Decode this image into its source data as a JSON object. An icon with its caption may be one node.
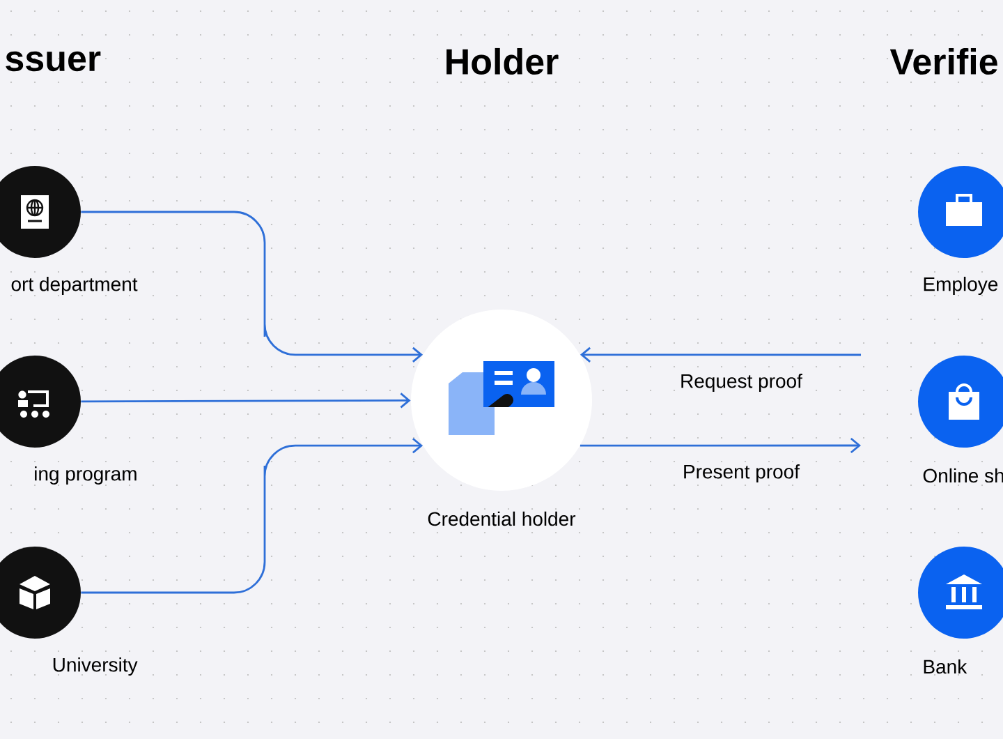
{
  "diagram": {
    "nodes": [
      {
        "text": [
          "ort department"
        ]
      },
      {
        "text": [
          "ing program"
        ]
      },
      {
        "text": [
          "University"
        ]
      },
      {
        "text": [
          "Credential holder"
        ]
      },
      {
        "text": [
          "Employe"
        ]
      },
      {
        "text": [
          "Online sh"
        ]
      },
      {
        "text": [
          "Bank"
        ]
      }
    ],
    "edges": [
      {
        "from": 0,
        "to": 3,
        "arrow": "to"
      },
      {
        "from": 1,
        "to": 3,
        "arrow": "to"
      },
      {
        "from": 2,
        "to": 3,
        "arrow": "to"
      },
      {
        "from": null,
        "to": 3,
        "arrow": "to",
        "label": "Request proof"
      },
      {
        "from": 3,
        "to": null,
        "arrow": "to",
        "label": "Present proof"
      }
    ],
    "labels": [
      "ssuer",
      "Holder",
      "Verifie"
    ]
  }
}
